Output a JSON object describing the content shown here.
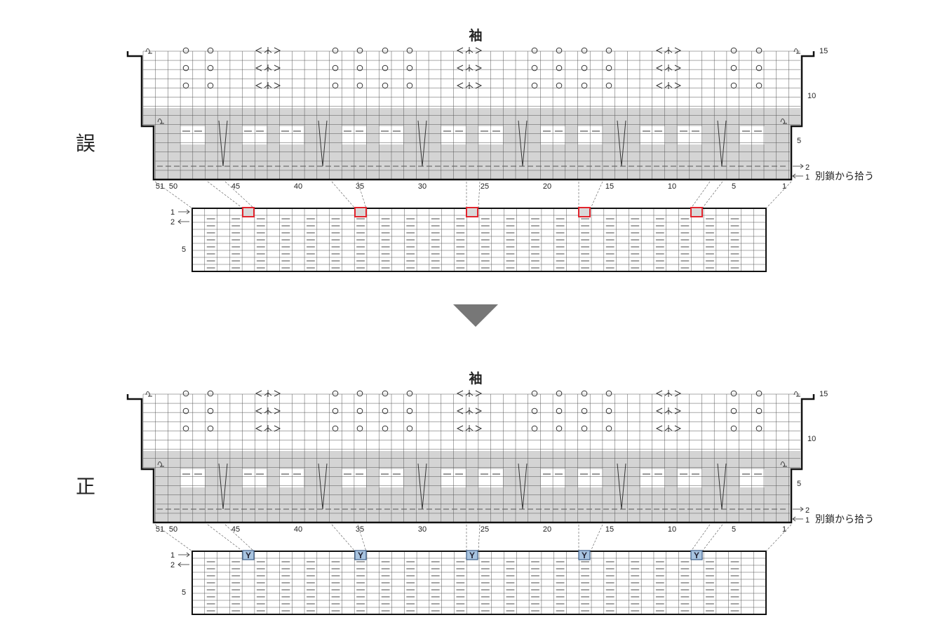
{
  "panels": [
    {
      "id": "wrong",
      "verdict": "誤",
      "title": "袖",
      "row_numbers": [
        "5",
        "10",
        "15"
      ],
      "col_numbers": [
        "51",
        "50",
        "45",
        "40",
        "35",
        "30",
        "25",
        "20",
        "15",
        "10",
        "5",
        "1"
      ],
      "pickup_rows": [
        "2",
        "1"
      ],
      "pickup_label": "別鎖から拾う",
      "band_row_numbers": [
        "1",
        "2",
        "5"
      ],
      "marker_style": "empty-red",
      "marker_color": "#e2242d",
      "marker_fill": "#d9d9d9",
      "marker_symbol": ""
    },
    {
      "id": "correct",
      "verdict": "正",
      "title": "袖",
      "row_numbers": [
        "5",
        "10",
        "15"
      ],
      "col_numbers": [
        "51",
        "50",
        "45",
        "40",
        "35",
        "30",
        "25",
        "20",
        "15",
        "10",
        "5",
        "1"
      ],
      "pickup_rows": [
        "2",
        "1"
      ],
      "pickup_label": "別鎖から拾う",
      "band_row_numbers": [
        "1",
        "2",
        "5"
      ],
      "marker_style": "blue-y",
      "marker_color": "#3d5f8a",
      "marker_fill": "#a8c4e0",
      "marker_symbol": "Y"
    }
  ],
  "arrow": {
    "icon": "down-triangle-icon",
    "color": "#777777"
  },
  "colors": {
    "shade": "#d4d4d4",
    "grid": "#555555",
    "outline": "#111111",
    "white": "#ffffff"
  }
}
